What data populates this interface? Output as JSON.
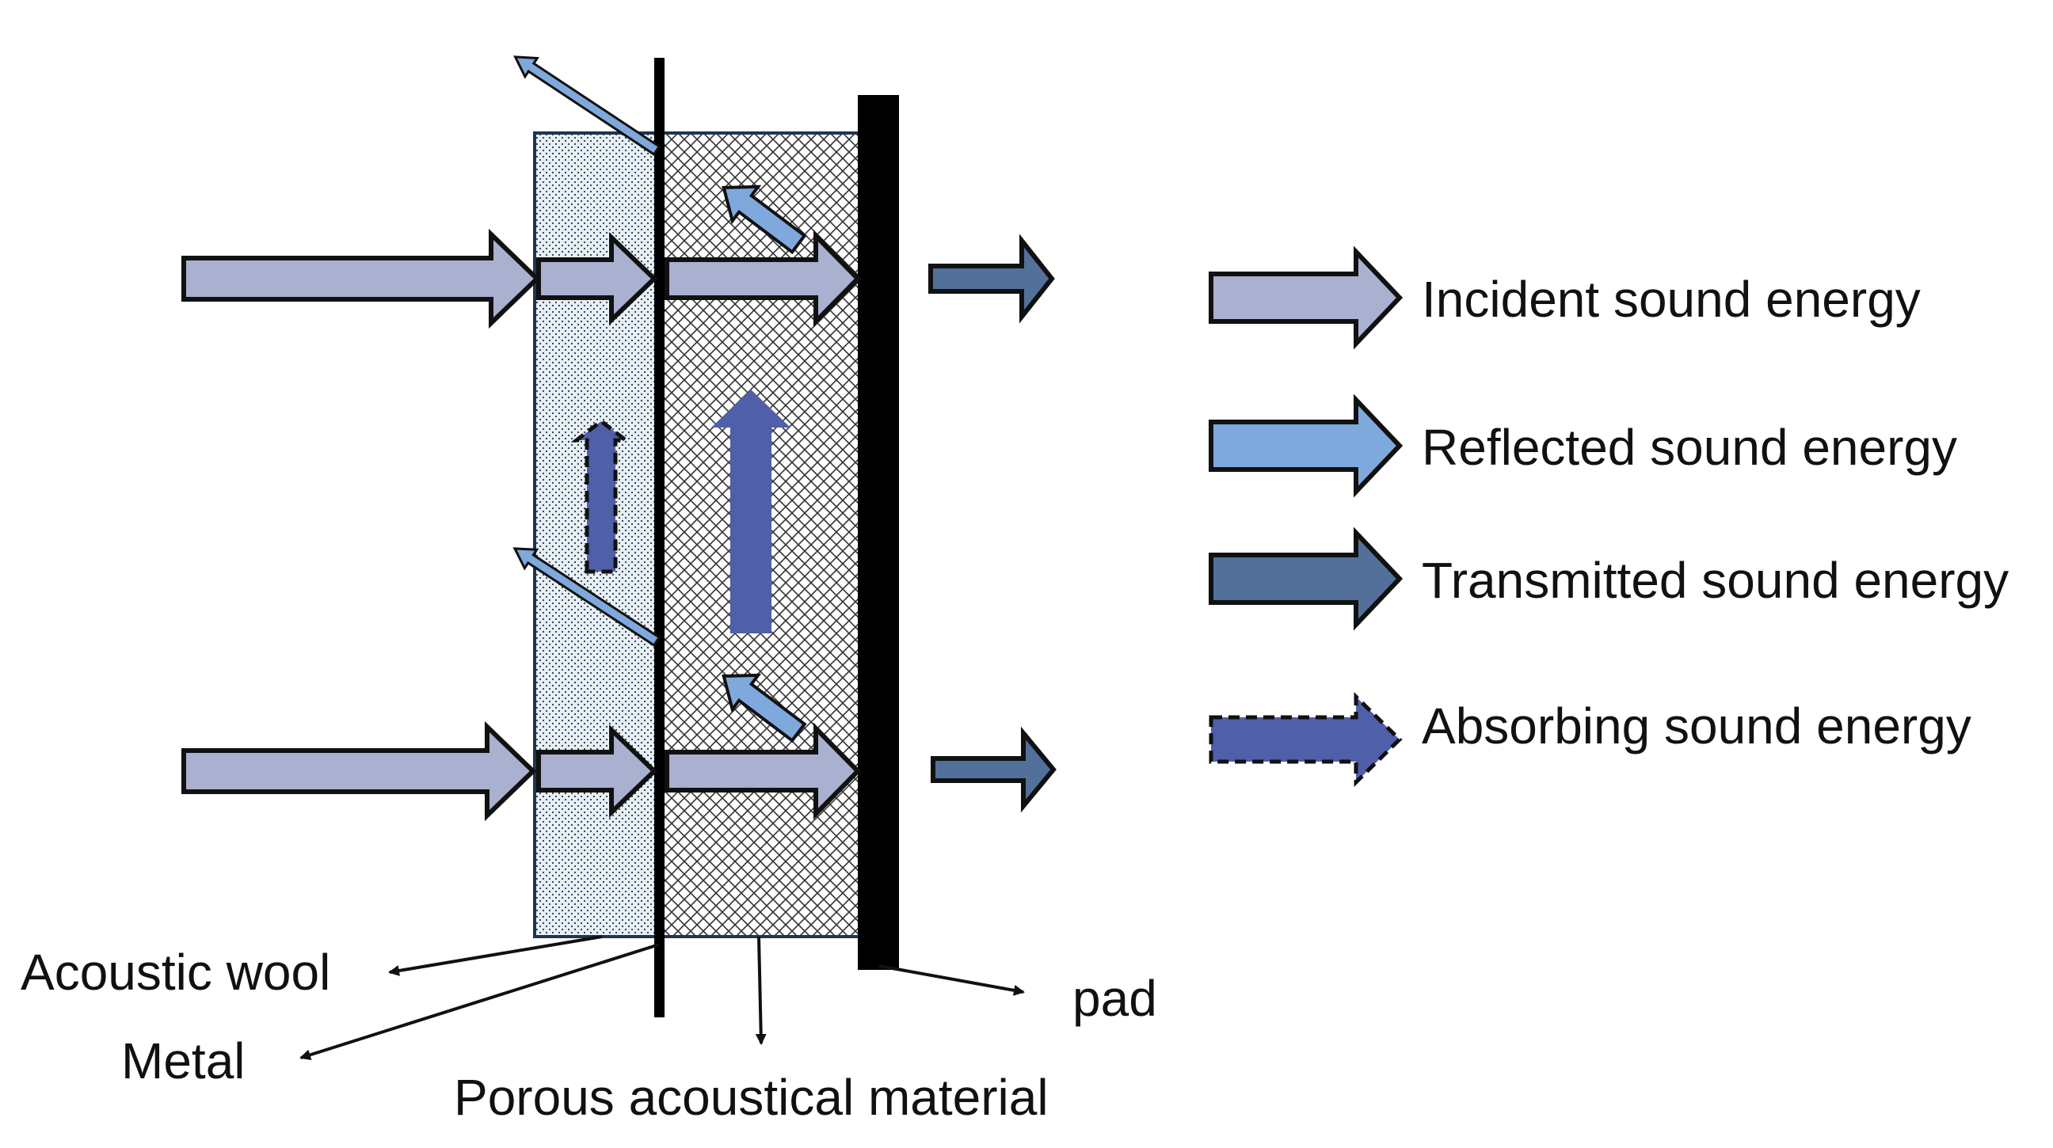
{
  "colors": {
    "incident": "#aab0d0",
    "reflected": "#7fa9dc",
    "transmitted": "#52709a",
    "absorbing": "#4f5fa8",
    "wool": "#e6f0f8",
    "outline": "#111111"
  },
  "legend": {
    "incident": "Incident sound energy",
    "reflected": "Reflected sound energy",
    "transmitted": "Transmitted sound energy",
    "absorbing": "Absorbing sound energy"
  },
  "labels": {
    "acoustic_wool": "Acoustic wool",
    "metal": "Metal",
    "porous": "Porous acoustical material",
    "pad": "pad"
  }
}
